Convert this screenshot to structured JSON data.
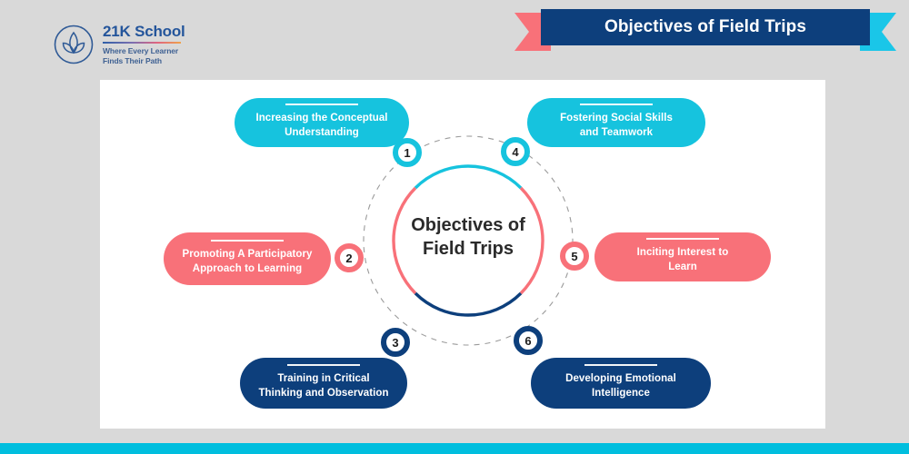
{
  "brand": {
    "name": "21K School",
    "tagline_line1": "Where Every Learner",
    "tagline_line2": "Finds Their Path",
    "logo_icon": "lotus-circle-icon"
  },
  "header": {
    "title": "Objectives of Field Trips",
    "ribbon_color": "#0d3f7c",
    "tail_left_color": "#f87179",
    "tail_right_color": "#1ac6e8"
  },
  "center": {
    "line1": "Objectives of",
    "line2": "Field Trips"
  },
  "colors": {
    "cyan": "#16c3de",
    "coral": "#f87179",
    "navy": "#0d3f7c",
    "page_background": "#d9d9d9",
    "card_background": "#ffffff",
    "dashed_ring": "#9a9a9a",
    "footer_bar": "#00bede"
  },
  "items": [
    {
      "number": "1",
      "label_line1": "Increasing the Conceptual",
      "label_line2": "Understanding",
      "color": "cyan"
    },
    {
      "number": "2",
      "label_line1": "Promoting A Participatory",
      "label_line2": "Approach to Learning",
      "color": "coral"
    },
    {
      "number": "3",
      "label_line1": "Training in Critical",
      "label_line2": "Thinking and Observation",
      "color": "navy"
    },
    {
      "number": "4",
      "label_line1": "Fostering Social Skills",
      "label_line2": "and Teamwork",
      "color": "cyan"
    },
    {
      "number": "5",
      "label_line1": "Inciting Interest to",
      "label_line2": "Learn",
      "color": "coral"
    },
    {
      "number": "6",
      "label_line1": "Developing Emotional",
      "label_line2": "Intelligence",
      "color": "navy"
    }
  ]
}
